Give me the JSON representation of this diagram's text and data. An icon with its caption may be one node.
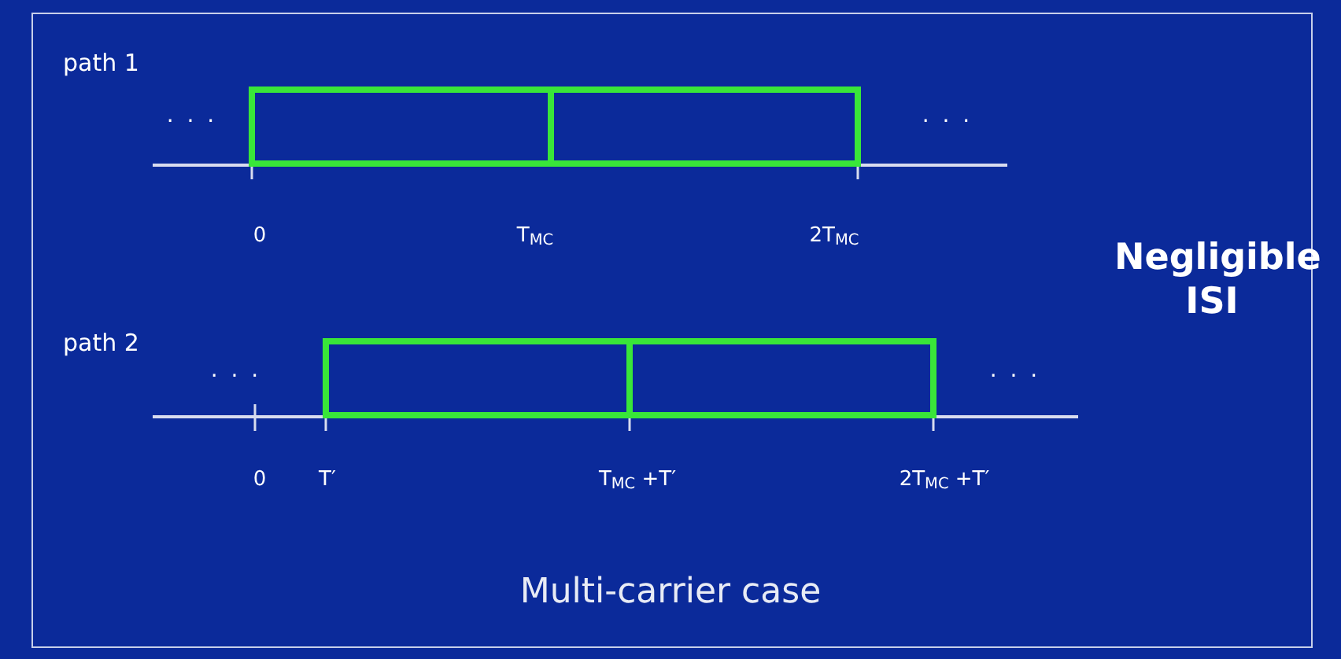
{
  "diagram": {
    "caption": "Multi-carrier case",
    "labels": [
      "path 1",
      "· · ·",
      "· · ·",
      "0",
      "T$_{MC}$",
      "2T$_{MC}$",
      "Negligible ISI",
      "path 2",
      "· · ·",
      "· · ·",
      "0",
      "T′",
      "T$_{MC}$ +T′",
      "2T$_{MC}$ +T′"
    ]
  }
}
